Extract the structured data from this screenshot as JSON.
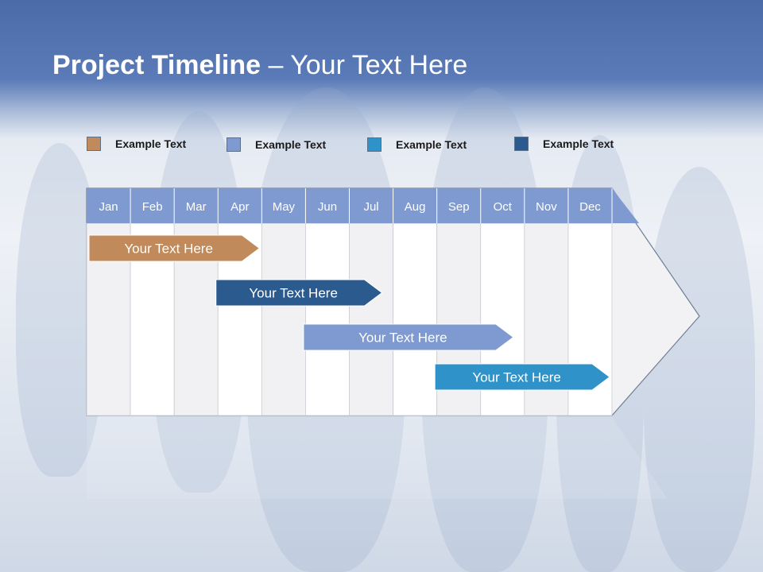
{
  "title": {
    "bold": "Project Timeline",
    "rest": " – Your Text Here"
  },
  "legend": [
    {
      "label": "Example Text",
      "color": "#c08a5a"
    },
    {
      "label": "Example Text",
      "color": "#7f9ad0"
    },
    {
      "label": "Example Text",
      "color": "#2f93c9"
    },
    {
      "label": "Example Text",
      "color": "#2b5a8e"
    }
  ],
  "months": [
    "Jan",
    "Feb",
    "Mar",
    "Apr",
    "May",
    "Jun",
    "Jul",
    "Aug",
    "Sep",
    "Oct",
    "Nov",
    "Dec"
  ],
  "tasks": [
    {
      "label": "Your  Text Here",
      "start_month": 1.0,
      "end_month": 4.0,
      "color": "#c08a5a"
    },
    {
      "label": "Your  Text Here",
      "start_month": 3.9,
      "end_month": 6.8,
      "color": "#2b5a8e"
    },
    {
      "label": "Your  Text Here",
      "start_month": 5.9,
      "end_month": 9.8,
      "color": "#7f9ad0"
    },
    {
      "label": "Your  Text Here",
      "start_month": 8.9,
      "end_month": 12.0,
      "color": "#2f93c9"
    }
  ],
  "colors": {
    "header_fill": "#7f9ad0",
    "column_light": "#f1f1f3",
    "column_white": "#ffffff"
  }
}
